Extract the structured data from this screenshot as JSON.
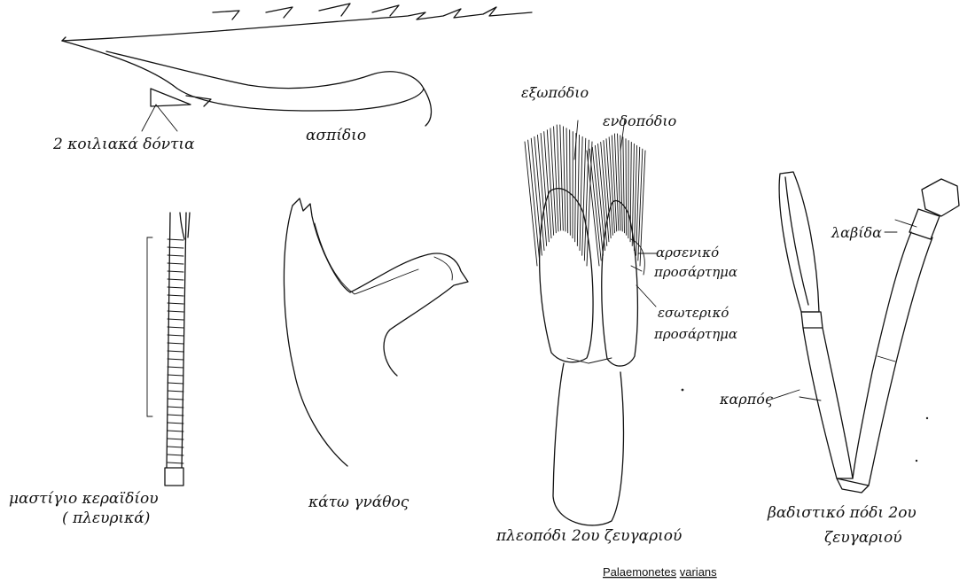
{
  "labels": {
    "ventral_teeth": "2 κοιλιακά δόντια",
    "rostrum": "ασπίδιο",
    "flagellum_line1": "μαστίγιο κεραϊδίου",
    "flagellum_line2": "( πλευρικά)",
    "mandible": "κάτω γνάθος",
    "exopodite": "εξωπόδιο",
    "endopodite": "ενδοπόδιο",
    "appendix_masculina_line1": "αρσενικό",
    "appendix_masculina_line2": "προσάρτημα",
    "appendix_interna_line1": "εσωτερικό",
    "appendix_interna_line2": "προσάρτημα",
    "pleopod": "πλεοπόδι 2ου ζευγαριού",
    "chela": "λαβίδα",
    "carpus": "καρπός",
    "pereiopod_line1": "βαδιστικό πόδι 2ου",
    "pereiopod_line2": "ζευγαριού"
  },
  "caption": {
    "genus": "Palaemonetes",
    "species": "varians"
  }
}
